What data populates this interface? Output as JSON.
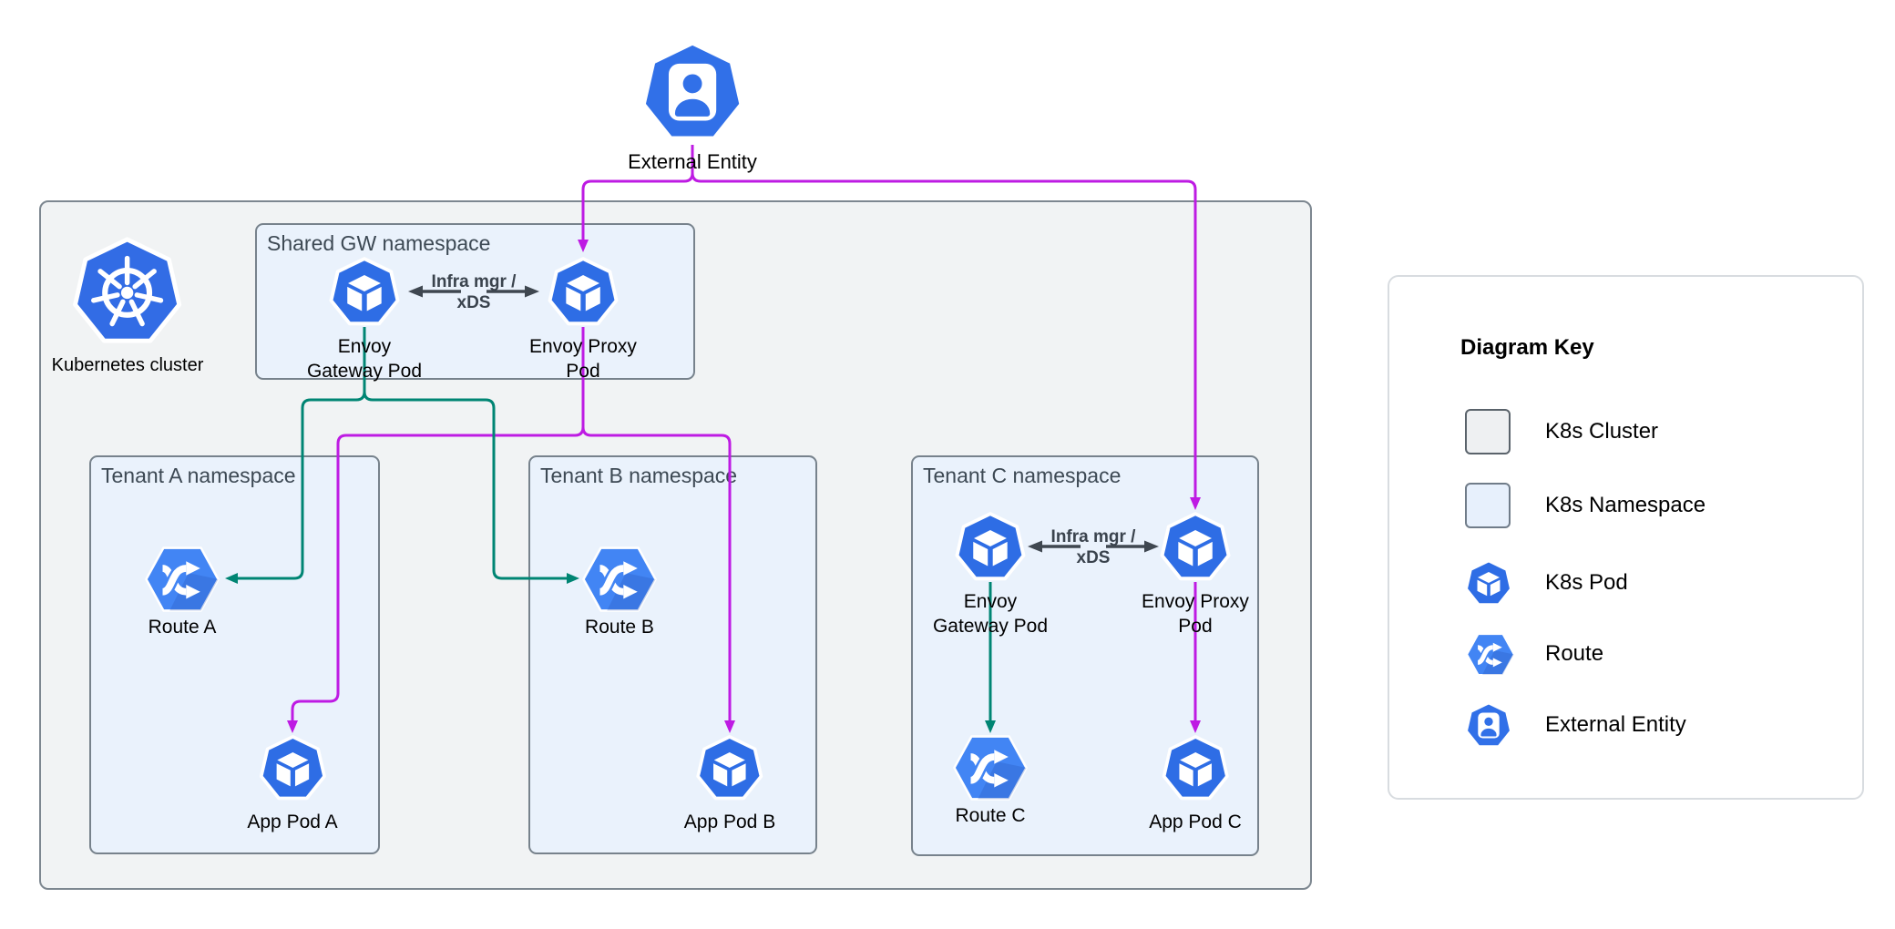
{
  "external_entity": {
    "label": "External Entity",
    "icon": "external-entity-icon"
  },
  "cluster": {
    "label": "Kubernetes cluster",
    "icon": "kubernetes-logo-icon"
  },
  "namespaces": {
    "shared": {
      "title": "Shared GW namespace",
      "gateway_pod_label": "Envoy\nGateway Pod",
      "proxy_pod_label": "Envoy Proxy\nPod",
      "link_label": "Infra mgr /\nxDS"
    },
    "tenant_a": {
      "title": "Tenant A namespace",
      "route_label": "Route A",
      "app_pod_label": "App Pod A"
    },
    "tenant_b": {
      "title": "Tenant B namespace",
      "route_label": "Route B",
      "app_pod_label": "App Pod B"
    },
    "tenant_c": {
      "title": "Tenant C namespace",
      "gateway_pod_label": "Envoy\nGateway Pod",
      "proxy_pod_label": "Envoy Proxy\nPod",
      "link_label": "Infra mgr /\nxDS",
      "route_label": "Route C",
      "app_pod_label": "App Pod C"
    }
  },
  "key": {
    "title": "Diagram Key",
    "items": [
      {
        "label": "K8s Cluster",
        "icon": "cluster-swatch"
      },
      {
        "label": "K8s Namespace",
        "icon": "namespace-swatch"
      },
      {
        "label": "K8s Pod",
        "icon": "k8s-pod-icon"
      },
      {
        "label": "Route",
        "icon": "route-icon"
      },
      {
        "label": "External Entity",
        "icon": "external-entity-icon"
      }
    ]
  },
  "colors": {
    "magenta": "#BE1BE3",
    "green": "#008573",
    "dark_arrow": "#3F4750",
    "pod_blue": "#2E6DE5",
    "route_blue": "#4285F4",
    "ext_blue": "#3170E8",
    "k8s_blue": "#326CE5",
    "cluster_fill": "#F1F3F4",
    "namespace_fill": "#EAF2FC",
    "box_border": "#77828C",
    "title_text": "#3D4954"
  }
}
